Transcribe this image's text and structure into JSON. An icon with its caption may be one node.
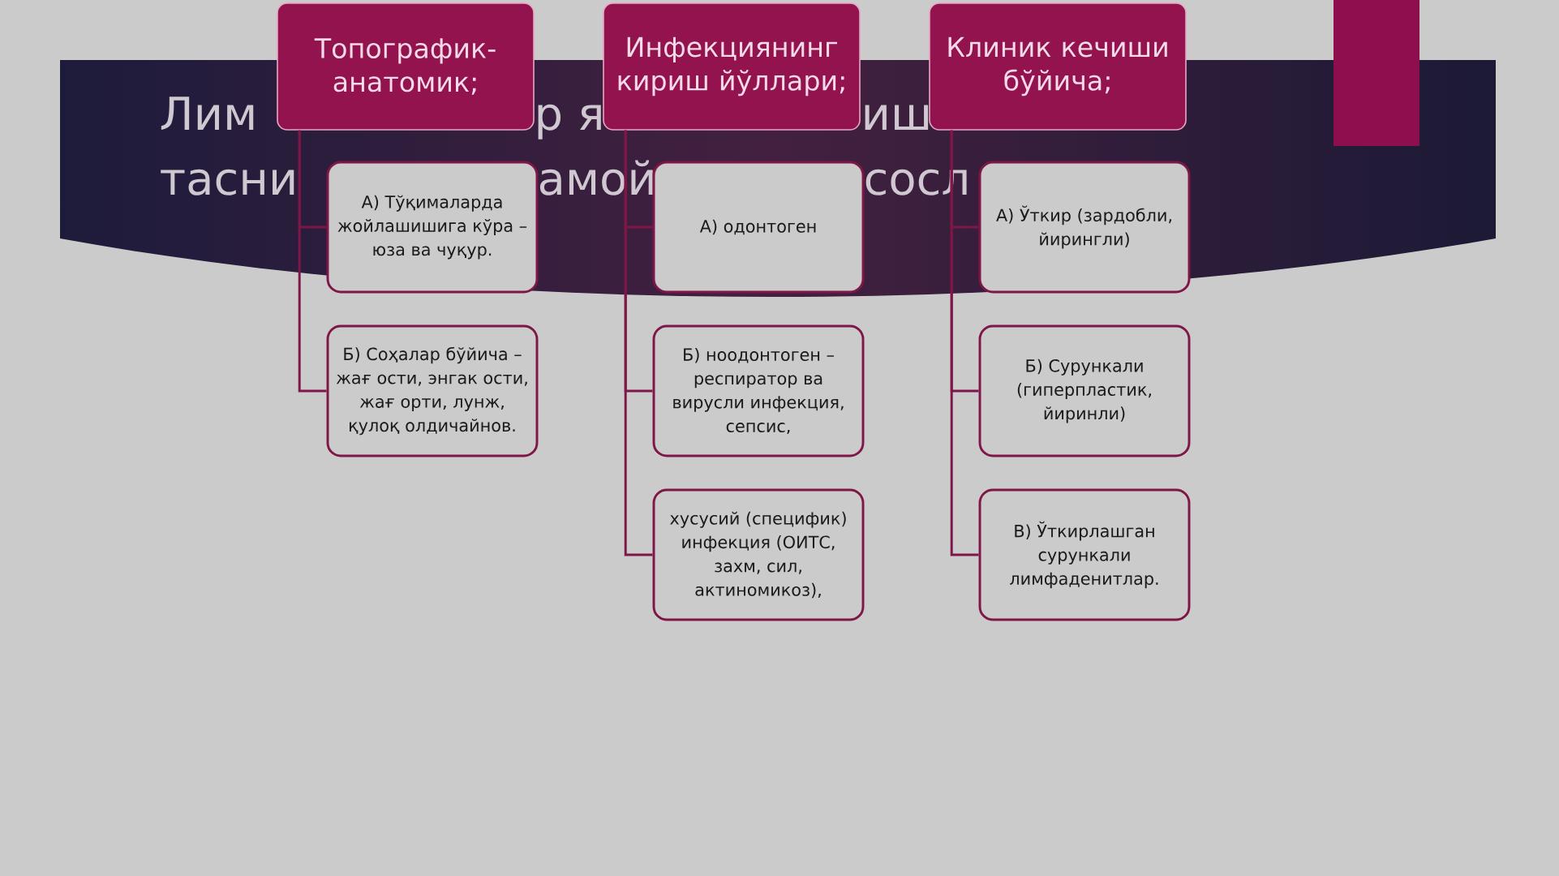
{
  "diagram": {
    "nodes": [
      {
        "text": [
          "Топографик-анатомик;"
        ]
      },
      {
        "text": [
          "А) Тўқималарда жойлашишига кўра – юза ва чуқур."
        ]
      },
      {
        "text": [
          "Б) Соҳалар бўйича – жағ ости, энгак ости, жағ орти, лунж, қулоқ олдичайнов."
        ]
      },
      {
        "text": [
          "Инфекциянинг кириш йўллари;"
        ]
      },
      {
        "text": [
          "А) одонтоген"
        ]
      },
      {
        "text": [
          "Б) ноодонтоген – респиратор ва вирусли инфекция, сепсис,"
        ]
      },
      {
        "text": [
          "хусусий (специфик) инфекция (ОИТС, захм, сил, актиномикоз),"
        ]
      },
      {
        "text": [
          "Клиник кечиши бўйича;"
        ]
      },
      {
        "text": [
          "А) Ўткир (зардобли, йирингли)"
        ]
      },
      {
        "text": [
          "Б) Сурункали (гиперпластик, йиринли)"
        ]
      },
      {
        "text": [
          "В) Ўткирлашган сурункали лимфаденитлар."
        ]
      }
    ],
    "edges": [
      {
        "from": 0,
        "to": 1,
        "arrow": "none"
      },
      {
        "from": 0,
        "to": 2,
        "arrow": "none"
      },
      {
        "from": 3,
        "to": 4,
        "arrow": "none"
      },
      {
        "from": 3,
        "to": 5,
        "arrow": "none"
      },
      {
        "from": 3,
        "to": 6,
        "arrow": "none"
      },
      {
        "from": 7,
        "to": 8,
        "arrow": "none"
      },
      {
        "from": 7,
        "to": 9,
        "arrow": "none"
      },
      {
        "from": 7,
        "to": 10,
        "arrow": "none"
      }
    ],
    "labels": [
      "Лим",
      "р я",
      "иш",
      "тасни",
      "амой",
      "сосл"
    ]
  }
}
